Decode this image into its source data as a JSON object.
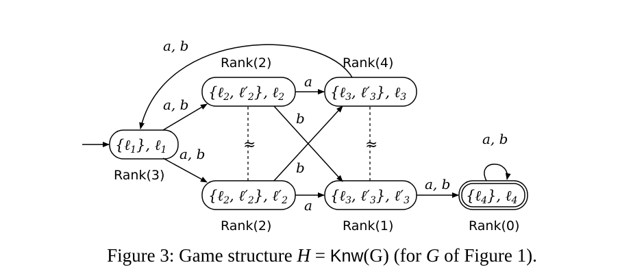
{
  "nodes": [
    {
      "id": "n1",
      "label": "{ℓ₁}, ℓ₁",
      "rank": "Rank(3)"
    },
    {
      "id": "n2",
      "label": "{ℓ₂, ℓ′₂}, ℓ₂",
      "rank": "Rank(2)"
    },
    {
      "id": "n3",
      "label": "{ℓ₃, ℓ′₃}, ℓ₃",
      "rank": "Rank(4)"
    },
    {
      "id": "n4",
      "label": "{ℓ₂, ℓ′₂}, ℓ′₂",
      "rank": "Rank(2)"
    },
    {
      "id": "n5",
      "label": "{ℓ₃, ℓ′₃}, ℓ′₃",
      "rank": "Rank(1)"
    },
    {
      "id": "n6",
      "label": "{ℓ₄}, ℓ₄",
      "rank": "Rank(0)"
    }
  ],
  "edges": [
    {
      "from": "n1",
      "to": "n2",
      "label": "a, b"
    },
    {
      "from": "n1",
      "to": "n4",
      "label": "a, b"
    },
    {
      "from": "n2",
      "to": "n3",
      "label": "a"
    },
    {
      "from": "n2",
      "to": "n5",
      "label": "b"
    },
    {
      "from": "n4",
      "to": "n3",
      "label": "b"
    },
    {
      "from": "n4",
      "to": "n5",
      "label": "a"
    },
    {
      "from": "n3",
      "to": "n1",
      "label": "a, b"
    },
    {
      "from": "n5",
      "to": "n6",
      "label": "a, b"
    },
    {
      "from": "n6",
      "to": "n6",
      "label": "a, b"
    }
  ],
  "equivalences": [
    {
      "between": [
        "n2",
        "n4"
      ],
      "symbol": "≈"
    },
    {
      "between": [
        "n3",
        "n5"
      ],
      "symbol": "≈"
    }
  ],
  "caption": {
    "prefix": "Figure 3: Game structure ",
    "H": "H",
    "eq": " = ",
    "knw": "Knw",
    "arg": "(G)",
    "mid": " (for ",
    "G": "G",
    "suffix": " of Figure 1)."
  }
}
